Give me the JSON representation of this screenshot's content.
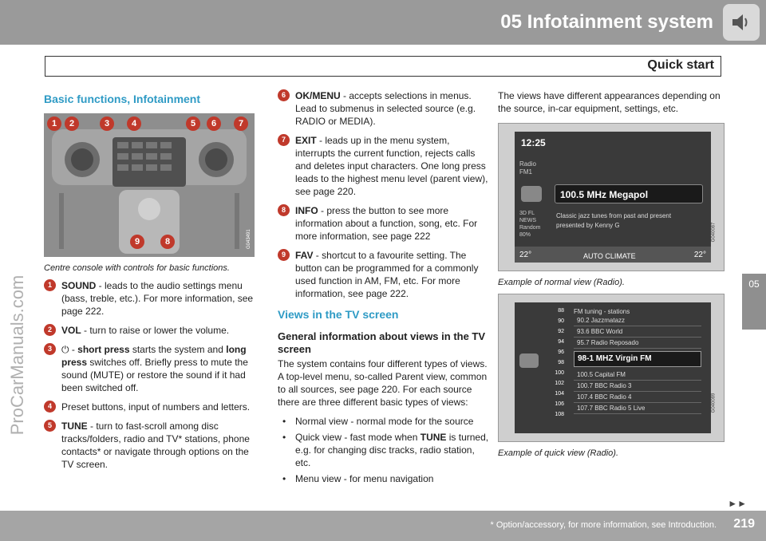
{
  "header": {
    "title": "05  Infotainment system",
    "icon": "speaker-icon"
  },
  "subheader": {
    "title": "Quick start"
  },
  "side_tab": {
    "label": "05"
  },
  "watermark": "ProCarManuals.com",
  "col1": {
    "title": "Basic functions, Infotainment",
    "photo_code": "G043491",
    "photo_callouts": [
      "1",
      "2",
      "3",
      "4",
      "5",
      "6",
      "7",
      "8",
      "9"
    ],
    "caption": "Centre console with controls for basic functions.",
    "items": [
      {
        "num": "1",
        "key": "SOUND",
        "text": " - leads to the audio settings menu (bass, treble, etc.). For more information, see page 222."
      },
      {
        "num": "2",
        "key": "VOL",
        "text": " - turn to raise or lower the volume."
      },
      {
        "num": "3",
        "pre": "⏻ - ",
        "key": "short press",
        "text": " starts the system and ",
        "key2": "long press",
        "text2": " switches off. Briefly press to mute the sound (MUTE) or restore the sound if it had been switched off."
      },
      {
        "num": "4",
        "key": "",
        "text": "Preset buttons, input of numbers and letters."
      },
      {
        "num": "5",
        "key": "TUNE",
        "text": " - turn to fast-scroll among disc tracks/folders, radio and TV* stations, phone contacts* or navigate through options on the TV screen."
      }
    ]
  },
  "col2": {
    "items": [
      {
        "num": "6",
        "key": "OK/MENU",
        "text": " - accepts selections in menus. Lead to submenus in selected source (e.g. RADIO or MEDIA)."
      },
      {
        "num": "7",
        "key": "EXIT",
        "text": " - leads up in the menu system, interrupts the current function, rejects calls and deletes input characters. One long press leads to the highest menu level (parent view), see page 220."
      },
      {
        "num": "8",
        "key": "INFO",
        "text": " - press the button to see more information about a function, song, etc. For more information, see page 222"
      },
      {
        "num": "9",
        "key": "FAV",
        "text": " - shortcut to a favourite setting. The button can be programmed for a commonly used function in AM, FM, etc. For more information, see page 222."
      }
    ],
    "section_title": "Views in the TV screen",
    "sub_title": "General information about views in the TV screen",
    "body": "The system contains four different types of views. A top-level menu, so-called Parent view, common to all sources, see page 220. For each source there are three different basic types of views:",
    "bullets": [
      {
        "text": "Normal view - normal mode for the source"
      },
      {
        "text": "Quick view - fast mode when ",
        "key": "TUNE",
        "text2": " is turned, e.g. for changing disc tracks, radio station, etc."
      },
      {
        "text": "Menu view - for menu navigation"
      }
    ]
  },
  "col3": {
    "intro": "The views have different appearances depending on the source, in-car equipment, settings, etc.",
    "screen1": {
      "time": "12:25",
      "source": "Radio FM1",
      "station": "100.5 MHz Megapol",
      "rds1": "Classic jazz tunes from past and present",
      "rds2": "presented by Kenny G",
      "side_info": "3D FL NEWS Random 80%",
      "temp_left": "22°",
      "climate": "AUTO CLIMATE",
      "temp_right": "22°",
      "code": "G040087",
      "caption": "Example of normal view (Radio)."
    },
    "screen2": {
      "header": "FM tuning - stations",
      "scale": [
        "88",
        "90",
        "92",
        "94",
        "96",
        "98",
        "100",
        "102",
        "104",
        "106",
        "108"
      ],
      "stations": [
        "90.2  Jazzmatazz",
        "93.6  BBC World",
        "95.7  Radio Reposado",
        "98-1 MHZ    Virgin FM",
        "100.5  Capital FM",
        "100.7  BBC Radio 3",
        "107.4  BBC Radio 4",
        "107.7  BBC Radio 5 Live"
      ],
      "code": "G040089",
      "caption": "Example of quick view (Radio)."
    }
  },
  "footer": {
    "note": "* Option/accessory, for more information, see Introduction.",
    "page": "219"
  },
  "nav": {
    "next": "►►"
  }
}
